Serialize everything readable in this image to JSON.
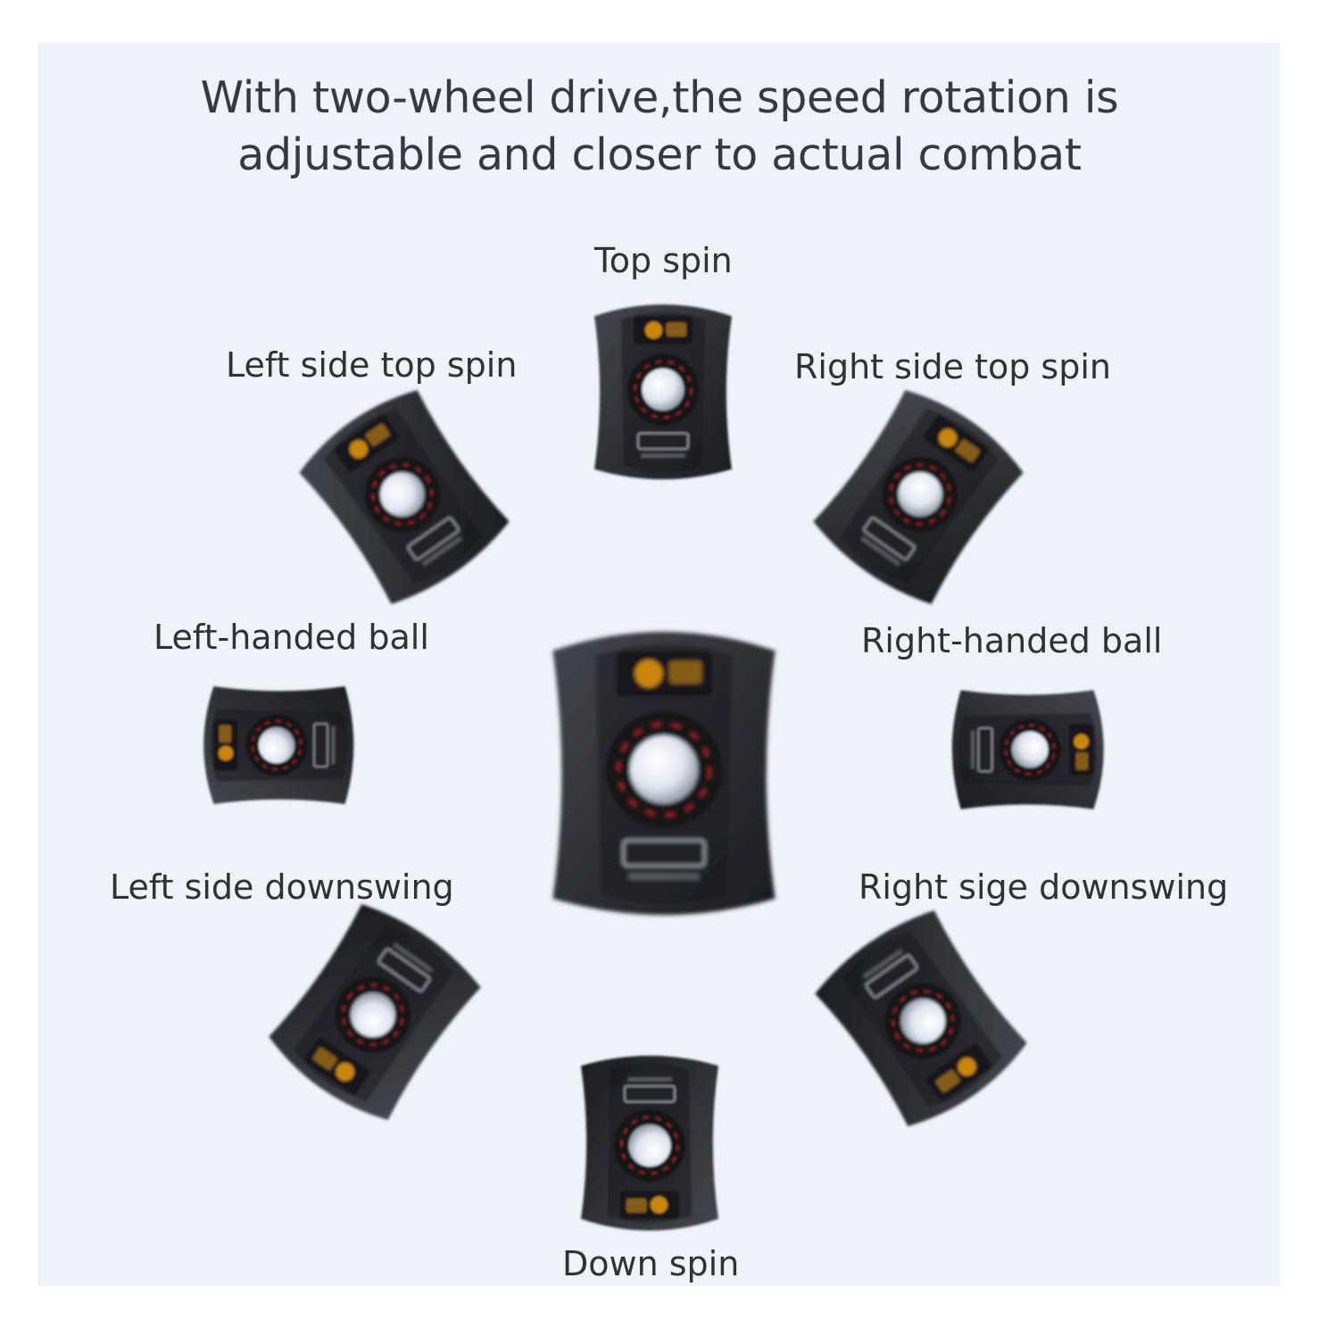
{
  "headline": {
    "line1": "With two-wheel drive,the speed rotation is",
    "line2": "adjustable and closer to actual combat"
  },
  "labels": {
    "top": "Top spin",
    "top_left": "Left side top spin",
    "top_right": "Right side top spin",
    "left": "Left-handed ball",
    "right": "Right-handed ball",
    "bottom_left": "Left side downswing",
    "bottom_right": "Right sige downswing",
    "bottom": "Down spin"
  },
  "device": {
    "panel_color": "#2e3035",
    "accent_color": "#c8860f",
    "knob_color": "#dfe6ef",
    "ring_color": "#b0202a"
  }
}
